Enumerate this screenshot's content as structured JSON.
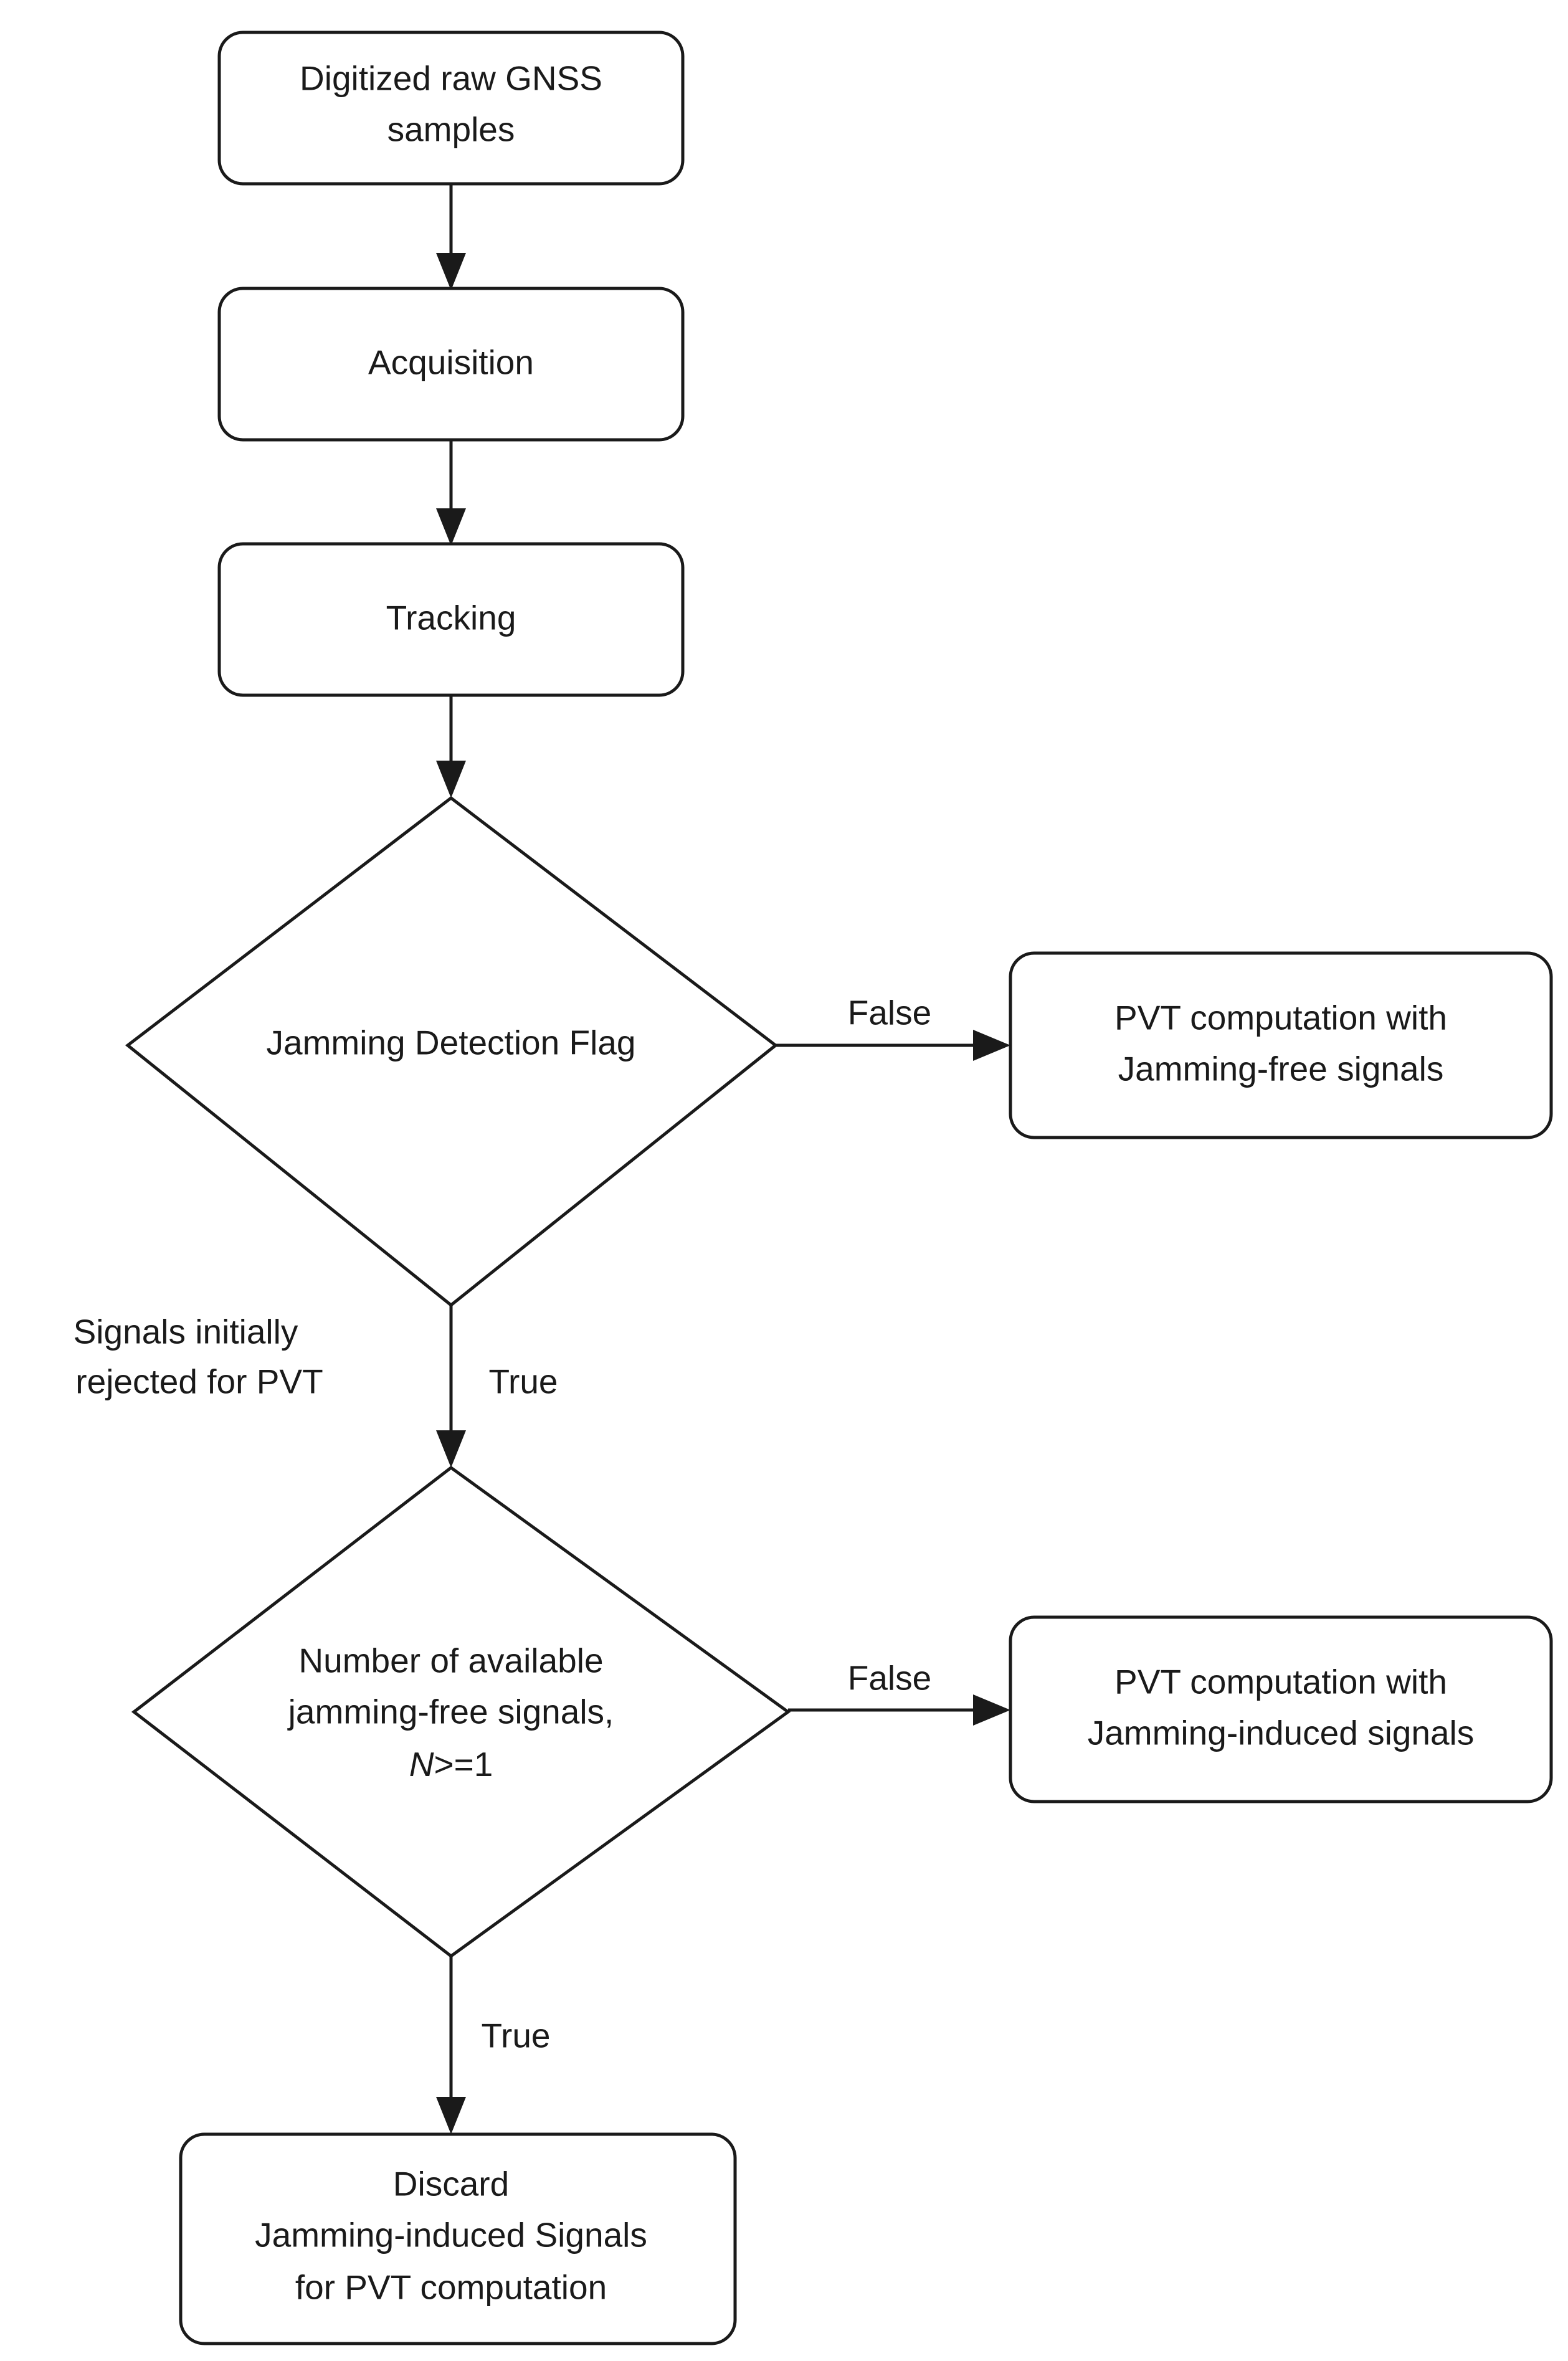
{
  "diagram": {
    "type": "flowchart",
    "title": "GNSS jamming detection and PVT computation flow",
    "background_color": "#ffffff",
    "line_color": "#1a1a1a",
    "text_color": "#1a1a1a",
    "nodes": {
      "raw_samples": {
        "shape": "rounded-rectangle",
        "lines": [
          "Digitized raw GNSS",
          "samples"
        ]
      },
      "acquisition": {
        "shape": "rounded-rectangle",
        "lines": [
          "Acquisition"
        ]
      },
      "tracking": {
        "shape": "rounded-rectangle",
        "lines": [
          "Tracking"
        ]
      },
      "jamming_detection_flag": {
        "shape": "diamond",
        "lines": [
          "Jamming Detection Flag"
        ]
      },
      "pvt_jamming_free": {
        "shape": "rounded-rectangle",
        "lines": [
          "PVT computation with",
          "Jamming-free signals"
        ]
      },
      "available_signals_check": {
        "shape": "diamond",
        "lines": [
          "Number of available",
          "jamming-free signals,"
        ],
        "condition_variable": "N",
        "condition_rest": ">=1"
      },
      "pvt_jamming_induced": {
        "shape": "rounded-rectangle",
        "lines": [
          "PVT computation with",
          "Jamming-induced signals"
        ]
      },
      "discard_signals": {
        "shape": "rounded-rectangle",
        "lines": [
          "Discard",
          "Jamming-induced Signals",
          "for PVT computation"
        ]
      }
    },
    "edge_labels": {
      "flag_false": "False",
      "flag_true": "True",
      "count_false": "False",
      "count_true": "True"
    },
    "annotations": {
      "rejected_note": {
        "lines": [
          "Signals initially",
          "rejected for PVT"
        ]
      }
    }
  }
}
